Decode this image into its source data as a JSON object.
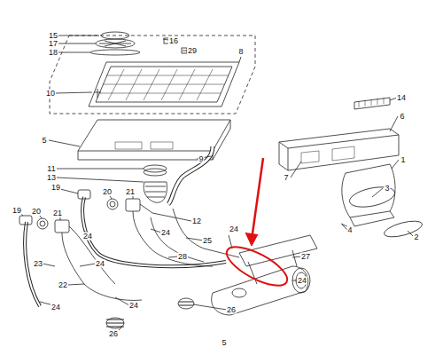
{
  "diagram": {
    "labels": [
      "15",
      "16",
      "17",
      "29",
      "18",
      "8",
      "10",
      "14",
      "6",
      "5",
      "9",
      "1",
      "11",
      "13",
      "7",
      "19",
      "3",
      "20",
      "21",
      "19",
      "20",
      "21",
      "12",
      "24",
      "4",
      "24",
      "2",
      "25",
      "24",
      "28",
      "27",
      "23",
      "24",
      "22",
      "24",
      "24",
      "24",
      "26",
      "26",
      "5"
    ]
  }
}
